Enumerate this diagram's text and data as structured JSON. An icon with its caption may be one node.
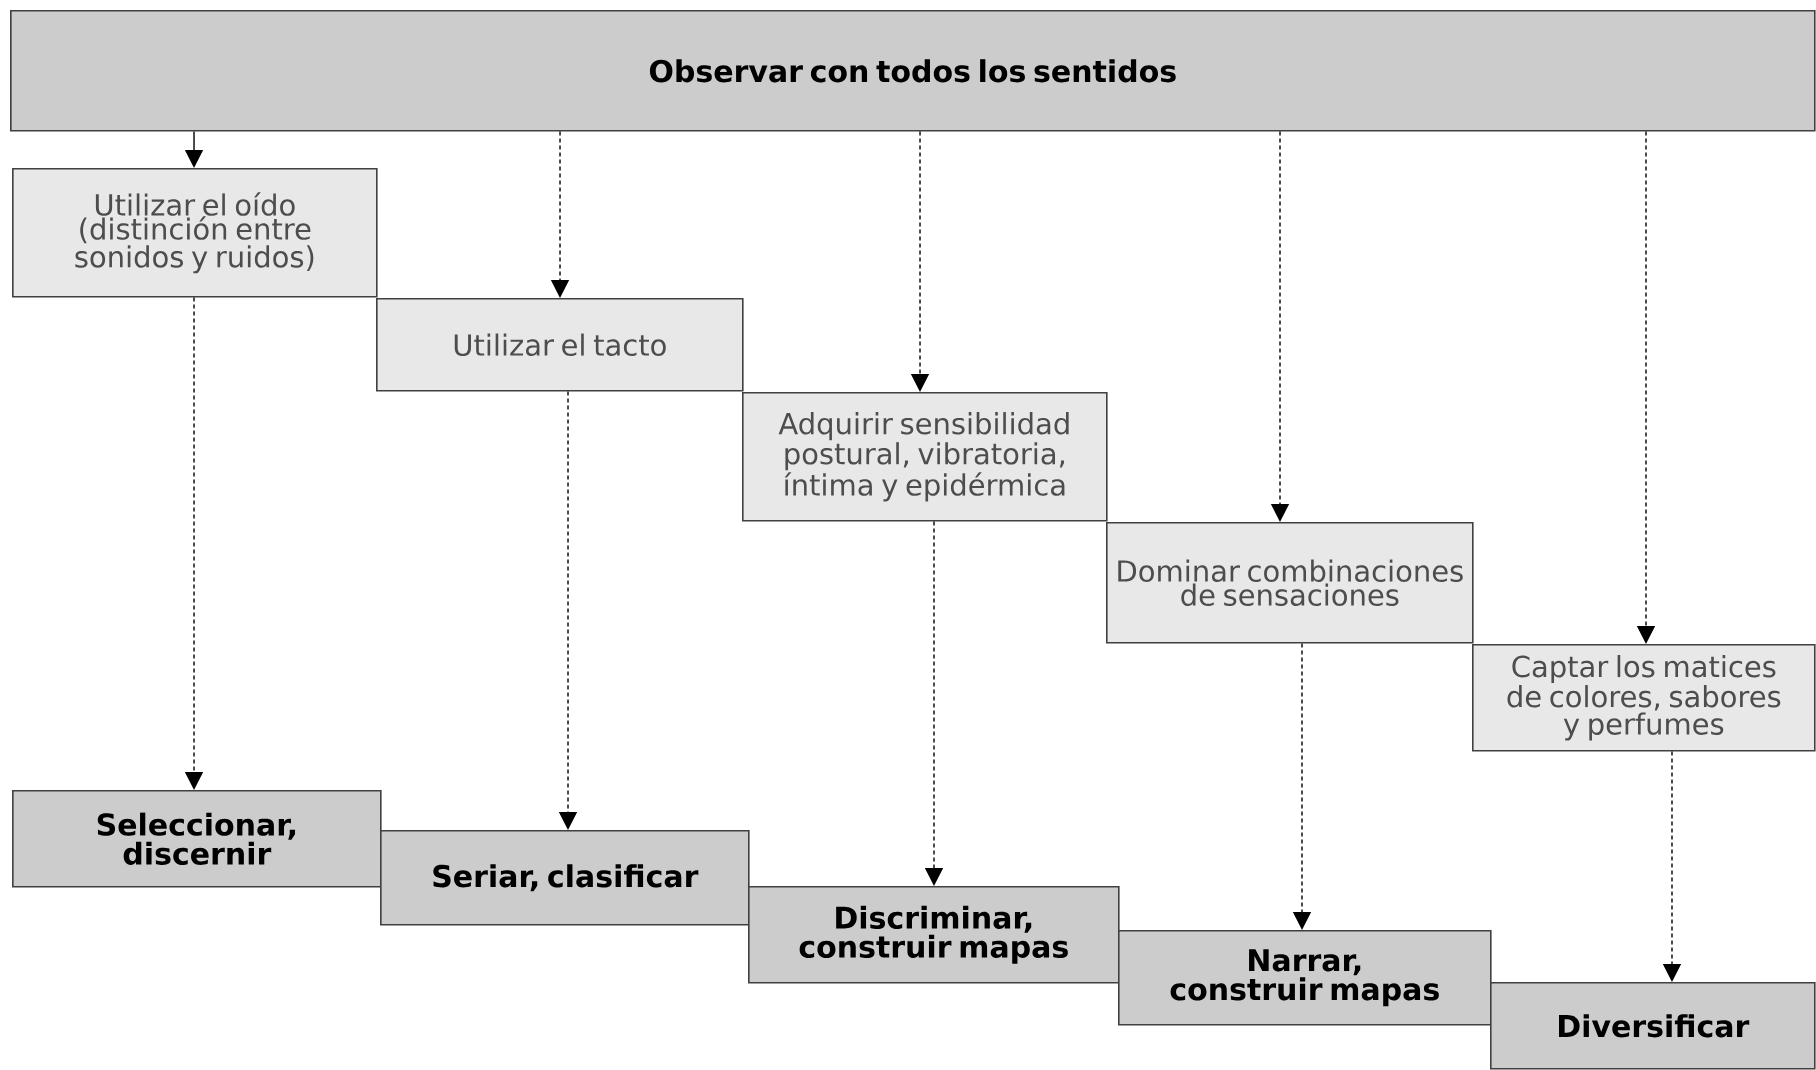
{
  "diagram": {
    "nodes": [
      {
        "text": [
          "Observar con todos los sentidos"
        ]
      },
      {
        "text": [
          "Utilizar el oído (distinción entre sonidos y ruidos)"
        ]
      },
      {
        "text": [
          "Utilizar el tacto"
        ]
      },
      {
        "text": [
          "Adquirir sensibilidad postural, vibratoria, íntima y epidérmica"
        ]
      },
      {
        "text": [
          "Dominar combinaciones de sensaciones"
        ]
      },
      {
        "text": [
          "Captar los matices de colores, sabores y perfumes"
        ]
      },
      {
        "text": [
          "Seleccionar, discernir"
        ]
      },
      {
        "text": [
          "Seriar, clasificar"
        ]
      },
      {
        "text": [
          "Discriminar, construir mapas"
        ]
      },
      {
        "text": [
          "Narrar, construir mapas"
        ]
      },
      {
        "text": [
          "Diversificar"
        ]
      }
    ],
    "edges": [
      {
        "from": 0,
        "to": 1,
        "arrow": "to"
      },
      {
        "from": 0,
        "to": 2,
        "arrow": "to",
        "style": "dashed"
      },
      {
        "from": 0,
        "to": 3,
        "arrow": "to",
        "style": "dashed"
      },
      {
        "from": 0,
        "to": 4,
        "arrow": "to",
        "style": "dashed"
      },
      {
        "from": 0,
        "to": 5,
        "arrow": "to",
        "style": "dashed"
      },
      {
        "from": 1,
        "to": 6,
        "arrow": "to",
        "style": "dashed"
      },
      {
        "from": 2,
        "to": 7,
        "arrow": "to",
        "style": "dashed"
      },
      {
        "from": 3,
        "to": 8,
        "arrow": "to",
        "style": "dashed"
      },
      {
        "from": 4,
        "to": 9,
        "arrow": "to",
        "style": "dashed"
      },
      {
        "from": 5,
        "to": 10,
        "arrow": "to",
        "style": "dashed"
      }
    ]
  }
}
